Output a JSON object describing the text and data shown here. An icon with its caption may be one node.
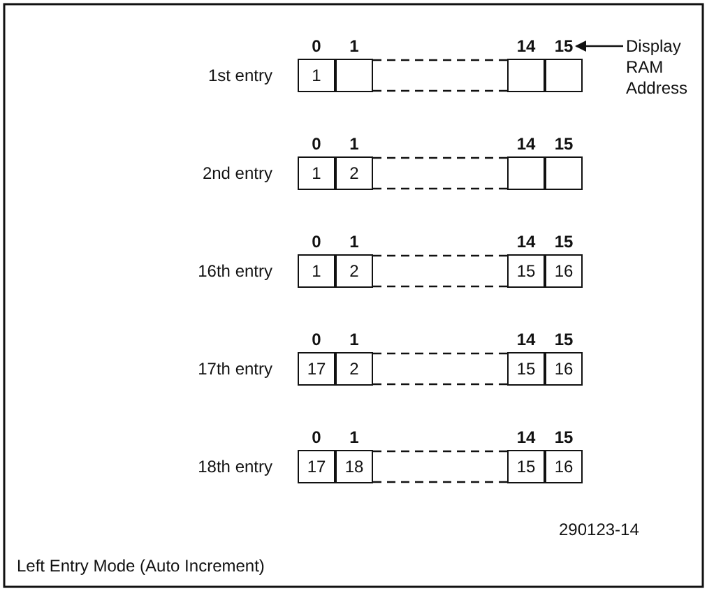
{
  "diagram": {
    "caption": "Left Entry Mode (Auto Increment)",
    "nodes": [
      {
        "text": [
          "15"
        ]
      },
      {
        "text": [
          "Display RAM Address"
        ]
      },
      {
        "text": [
          "1"
        ]
      },
      {
        "text": [],
        "shape": "box"
      },
      {
        "text": [],
        "shape": "box"
      },
      {
        "text": [],
        "shape": "box"
      },
      {
        "text": [
          "1"
        ]
      },
      {
        "text": [
          "2"
        ]
      },
      {
        "text": [],
        "shape": "box"
      },
      {
        "text": [],
        "shape": "box"
      },
      {
        "text": [
          "1"
        ]
      },
      {
        "text": [
          "2"
        ]
      },
      {
        "text": [
          "15"
        ]
      },
      {
        "text": [
          "16"
        ]
      },
      {
        "text": [
          "17"
        ]
      },
      {
        "text": [
          "2"
        ]
      },
      {
        "text": [
          "15"
        ]
      },
      {
        "text": [
          "16"
        ]
      },
      {
        "text": [
          "17"
        ]
      },
      {
        "text": [
          "18"
        ]
      },
      {
        "text": [
          "15"
        ]
      },
      {
        "text": [
          "16"
        ]
      }
    ],
    "edges": [
      {
        "from": 1,
        "to": 0,
        "arrow": "to"
      },
      {
        "from": 3,
        "to": 4,
        "arrow": "none",
        "style": "dashed"
      },
      {
        "from": 3,
        "to": 4,
        "arrow": "none",
        "style": "dashed"
      },
      {
        "from": 7,
        "to": 8,
        "arrow": "none",
        "style": "dashed"
      },
      {
        "from": 7,
        "to": 8,
        "arrow": "none",
        "style": "dashed"
      },
      {
        "from": 11,
        "to": 12,
        "arrow": "none",
        "style": "dashed"
      },
      {
        "from": 11,
        "to": 12,
        "arrow": "none",
        "style": "dashed"
      },
      {
        "from": 15,
        "to": 16,
        "arrow": "none",
        "style": "dashed"
      },
      {
        "from": 15,
        "to": 16,
        "arrow": "none",
        "style": "dashed"
      },
      {
        "from": 19,
        "to": 20,
        "arrow": "none",
        "style": "dashed"
      },
      {
        "from": 19,
        "to": 20,
        "arrow": "none",
        "style": "dashed"
      }
    ],
    "labels": [
      "0",
      "1",
      "14",
      "1st entry",
      "0",
      "1",
      "14",
      "15",
      "2nd entry",
      "0",
      "1",
      "14",
      "15",
      "16th entry",
      "0",
      "1",
      "14",
      "15",
      "17th entry",
      "0",
      "1",
      "14",
      "15",
      "18th entry",
      "290123-14"
    ]
  }
}
